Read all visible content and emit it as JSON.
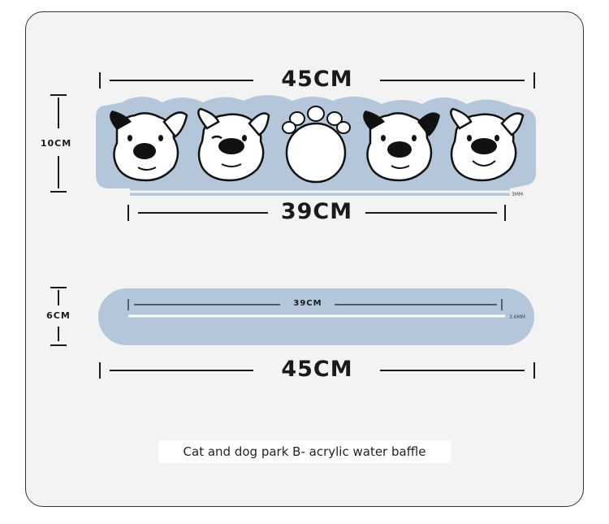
{
  "labels": {
    "top_width": "45CM",
    "inner_width": "39CM",
    "height_a": "10CM",
    "thickness_a": "3MM",
    "height_b": "6CM",
    "inner_width_b": "39CM",
    "thickness_b": "3.6MM",
    "bottom_width": "45CM"
  },
  "caption": "Cat and dog park B- acrylic water baffle",
  "colors": {
    "panel_fill": "#b3c6da",
    "line": "#1a1a1a",
    "background": "#f3f3f3"
  }
}
